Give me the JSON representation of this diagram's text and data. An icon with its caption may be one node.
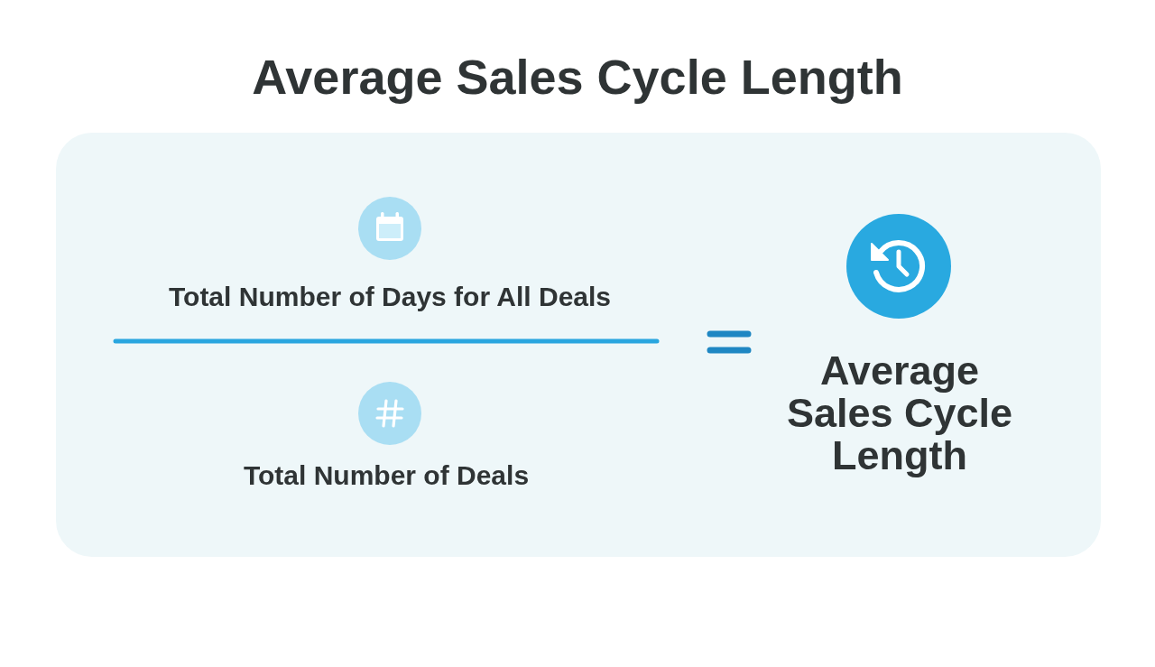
{
  "diagram": {
    "title": "Average Sales Cycle Length",
    "labels": [
      "Total Number of Days for All Deals",
      "Total Number of Deals",
      "Average Sales Cycle Length"
    ]
  }
}
